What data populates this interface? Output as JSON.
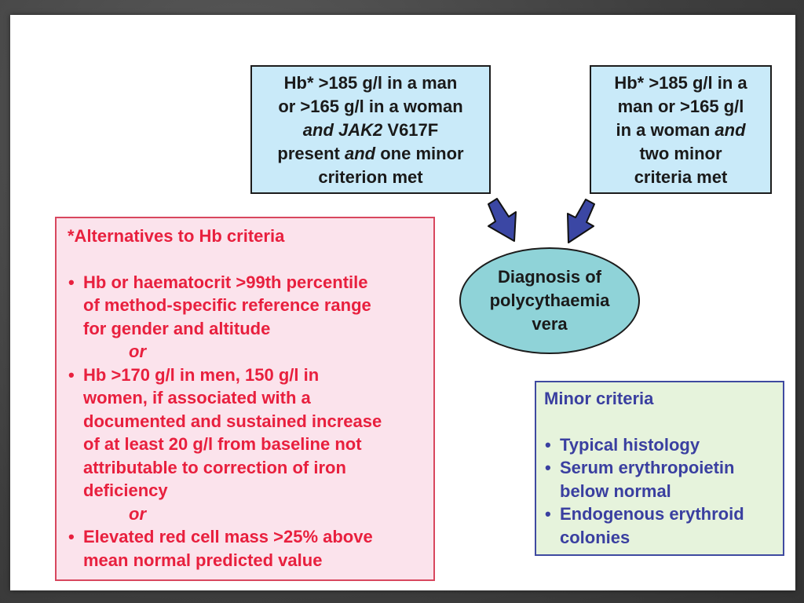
{
  "criteria_left": {
    "line1": "Hb* >185 g/l in a man",
    "line2": "or >165 g/l in a woman",
    "line3_and": "and",
    "line3_gene": "JAK2",
    "line3_rest": " V617F",
    "line4_pre": "present ",
    "line4_and": "and",
    "line4_rest": " one minor",
    "line5": "criterion met"
  },
  "criteria_right": {
    "line1": "Hb* >185 g/l in a",
    "line2": "man or >165 g/l",
    "line3_pre": "in a woman ",
    "line3_and": "and",
    "line4": "two minor",
    "line5": "criteria met"
  },
  "diagnosis": {
    "line1": "Diagnosis of",
    "line2": "polycythaemia",
    "line3": "vera"
  },
  "alternatives": {
    "title": "*Alternatives to Hb criteria",
    "item1": [
      "Hb or haematocrit >99th percentile",
      "of method-specific reference range",
      "for gender and altitude"
    ],
    "or": "or",
    "item2": [
      "Hb >170 g/l in men, 150 g/l in",
      "women, if associated with a",
      "documented and sustained increase",
      "of at least 20 g/l from baseline not",
      "attributable to correction of iron",
      "deficiency"
    ],
    "item3": [
      "Elevated red cell mass >25% above",
      "mean normal predicted value"
    ]
  },
  "minor_criteria": {
    "title": "Minor criteria",
    "item1": [
      "Typical histology"
    ],
    "item2": [
      "Serum erythropoietin",
      "below normal"
    ],
    "item3": [
      "Endogenous erythroid",
      "colonies"
    ]
  },
  "colors": {
    "blue_box": "#c9eaf9",
    "pink_box": "#fbe3ec",
    "pink_text": "#e8203e",
    "green_box": "#e6f3dc",
    "green_text": "#3a3fa0",
    "ellipse": "#8fd3d8",
    "arrow": "#3b47a4"
  }
}
